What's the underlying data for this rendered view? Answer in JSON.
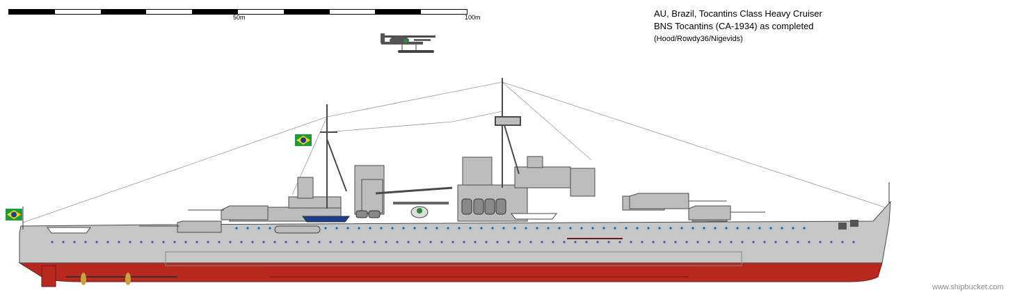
{
  "scale_bar": {
    "label_mid": "50m",
    "label_end": "100m"
  },
  "title": {
    "line1": "AU, Brazil, Tocantins Class Heavy Cruiser",
    "line2": "BNS Tocantins (CA-1934) as completed",
    "credit": "(Hood/Rowdy36/Nigevids)"
  },
  "watermark": "www.shipbucket.com",
  "colors": {
    "hull_grey": "#c6c6c6",
    "superstructure_grey": "#bdbdbd",
    "antifouling_red": "#b8281e",
    "flag_green": "#1f9a3a",
    "flag_yellow": "#f4d21c",
    "flag_blue": "#1f3c8c"
  }
}
